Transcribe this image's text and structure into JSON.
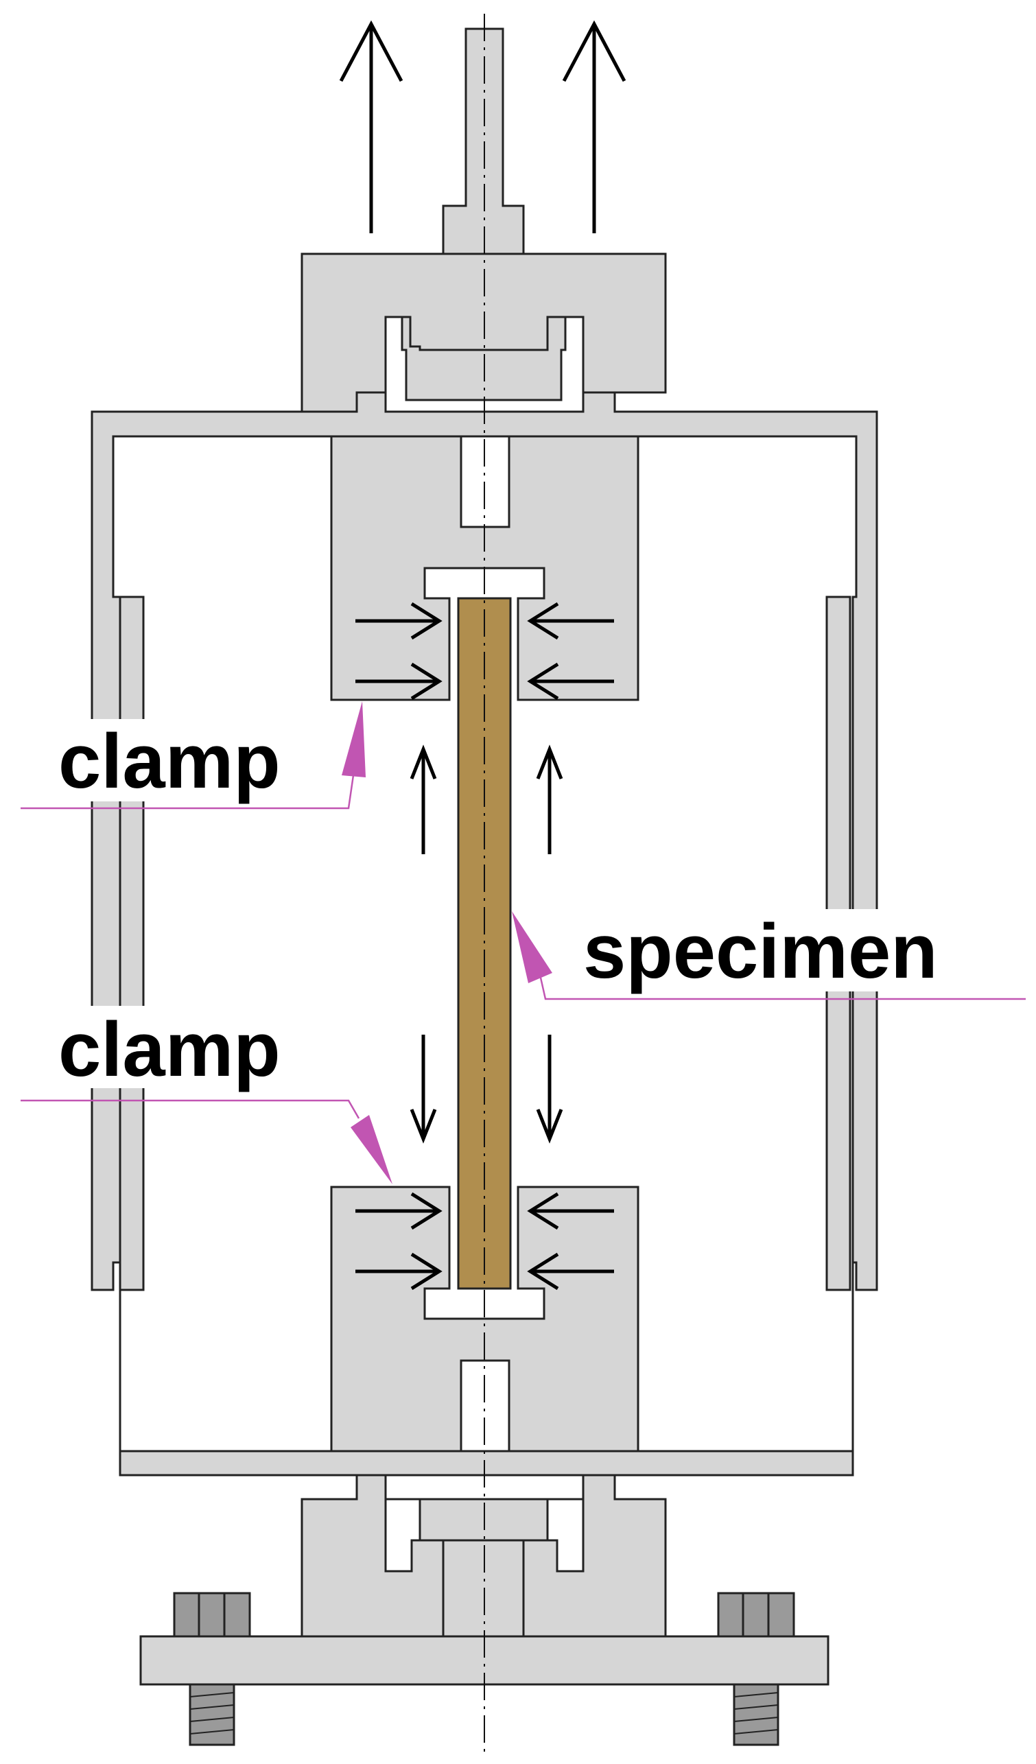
{
  "labels": {
    "upper_clamp": "clamp",
    "lower_clamp": "clamp",
    "specimen": "specimen"
  },
  "colors": {
    "metal_fill": "#d6d6d6",
    "bolt_fill": "#9a9a9a",
    "specimen_fill": "#b08e4e",
    "outline": "#222222",
    "arrow": "#000000",
    "leader": "#c155b2",
    "background": "#ffffff"
  },
  "icons": {
    "pull_arrow": "arrow-up-icon",
    "clamp_force_arrow": "arrow-horizontal-icon",
    "callout": "magenta-leader-arrow-icon"
  }
}
